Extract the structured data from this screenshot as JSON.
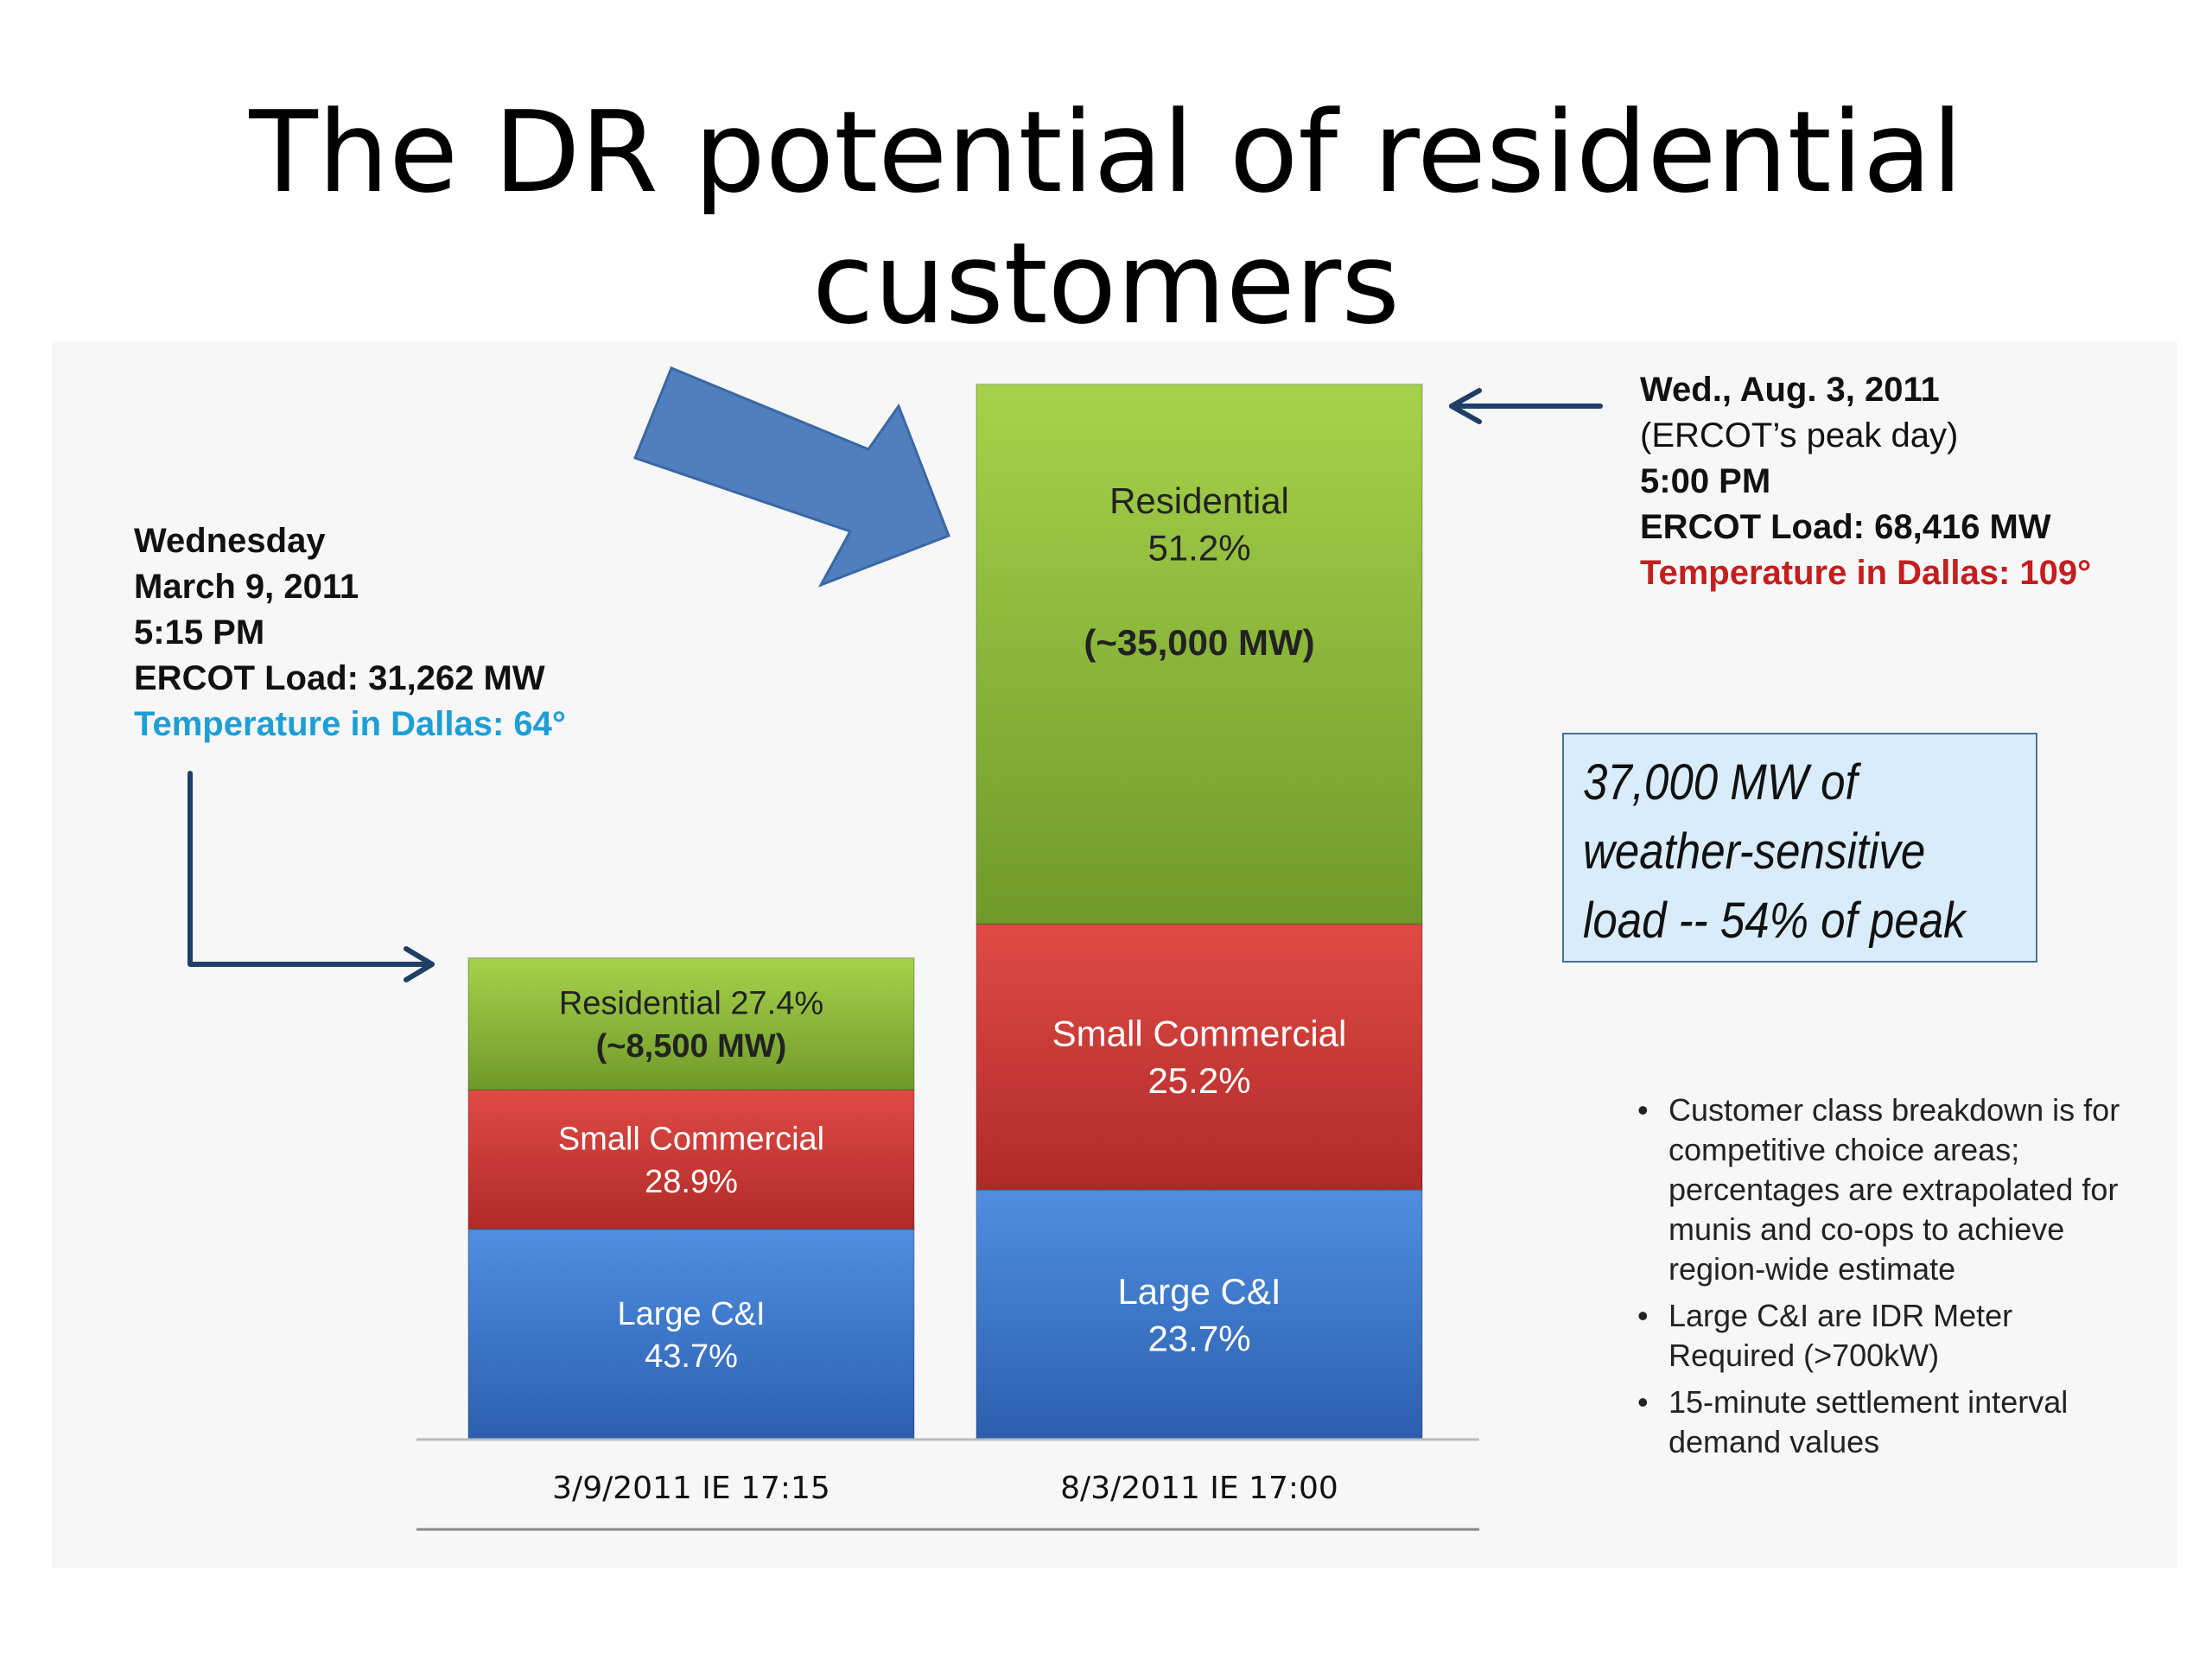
{
  "slide": {
    "title": "The DR potential of residential customers"
  },
  "left_annotation": {
    "line1": "Wednesday",
    "line2": "March 9, 2011",
    "line3": "5:15 PM",
    "line4": "ERCOT Load: 31,262 MW",
    "line5": "Temperature in Dallas: 64°"
  },
  "right_annotation": {
    "line1": "Wed., Aug. 3, 2011",
    "line2": "(ERCOT’s peak day)",
    "line3": "5:00 PM",
    "line4": "ERCOT Load:  68,416 MW",
    "line5": "Temperature in Dallas: 109°"
  },
  "callout": {
    "line1": "37,000 MW of",
    "line2": "weather-sensitive",
    "line3": "load -- 54% of peak"
  },
  "notes": [
    "Customer class breakdown is for competitive choice areas; percentages are extrapolated for munis and co-ops to achieve region-wide estimate",
    "Large C&I are IDR Meter Required (>700kW)",
    "15-minute settlement interval demand values"
  ],
  "colors": {
    "residential": "#8fbf38",
    "small_commercial": "#d23b38",
    "large_ci": "#3f78c8",
    "arrow_big": "#4f7fbf",
    "arrow_line": "#1f3f66",
    "temp_cold": "#1e9ed6",
    "temp_hot": "#c41e1e"
  },
  "chart_data": {
    "type": "bar",
    "stacked": true,
    "categories": [
      "3/9/2011 IE 17:15",
      "8/3/2011 IE 17:00"
    ],
    "totals_mw": [
      31262,
      68416
    ],
    "series": [
      {
        "key": "large_ci",
        "values_pct": [
          43.7,
          23.7
        ],
        "labels": [
          [
            "Large C&I",
            "43.7%"
          ],
          [
            "Large C&I",
            "23.7%"
          ]
        ]
      },
      {
        "key": "small_commercial",
        "values_pct": [
          28.9,
          25.2
        ],
        "labels": [
          [
            "Small Commercial",
            "28.9%"
          ],
          [
            "Small Commercial",
            "25.2%"
          ]
        ]
      },
      {
        "key": "residential",
        "values_pct": [
          27.4,
          51.2
        ],
        "labels": [
          [
            "Residential 27.4%",
            "(~8,500 MW)"
          ],
          [
            "Residential",
            "51.2%",
            "",
            "(~35,000 MW)"
          ]
        ]
      }
    ]
  }
}
